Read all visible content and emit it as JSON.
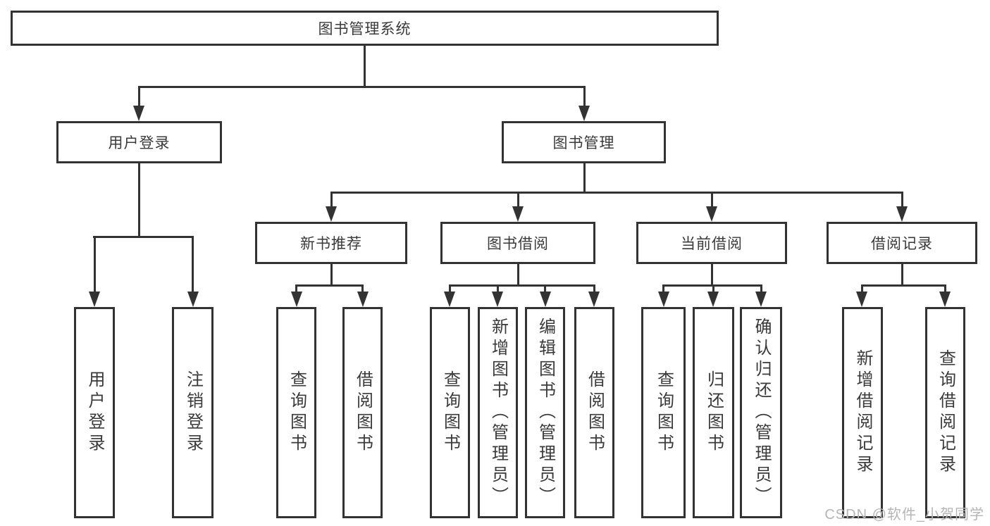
{
  "diagram": {
    "root": {
      "label": "图书管理系统",
      "children": [
        {
          "label": "用户登录",
          "children": [
            {
              "label": "用户登录"
            },
            {
              "label": "注销登录"
            }
          ]
        },
        {
          "label": "图书管理",
          "children": [
            {
              "label": "新书推荐",
              "children": [
                {
                  "label": "查询图书"
                },
                {
                  "label": "借阅图书"
                }
              ]
            },
            {
              "label": "图书借阅",
              "children": [
                {
                  "label": "查询图书"
                },
                {
                  "label": "新增图书（管理员）"
                },
                {
                  "label": "编辑图书（管理员）"
                },
                {
                  "label": "借阅图书"
                }
              ]
            },
            {
              "label": "当前借阅",
              "children": [
                {
                  "label": "查询图书"
                },
                {
                  "label": "归还图书"
                },
                {
                  "label": "确认归还（管理员）"
                }
              ]
            },
            {
              "label": "借阅记录",
              "children": [
                {
                  "label": "新增借阅记录"
                },
                {
                  "label": "查询借阅记录"
                }
              ]
            }
          ]
        }
      ]
    }
  },
  "watermark": {
    "text": "CSDN @软件_小贺同学"
  },
  "colors": {
    "line": "#333333",
    "text": "#3a3a3a",
    "background": "#ffffff",
    "watermark_gray": "#b5b5b5"
  }
}
